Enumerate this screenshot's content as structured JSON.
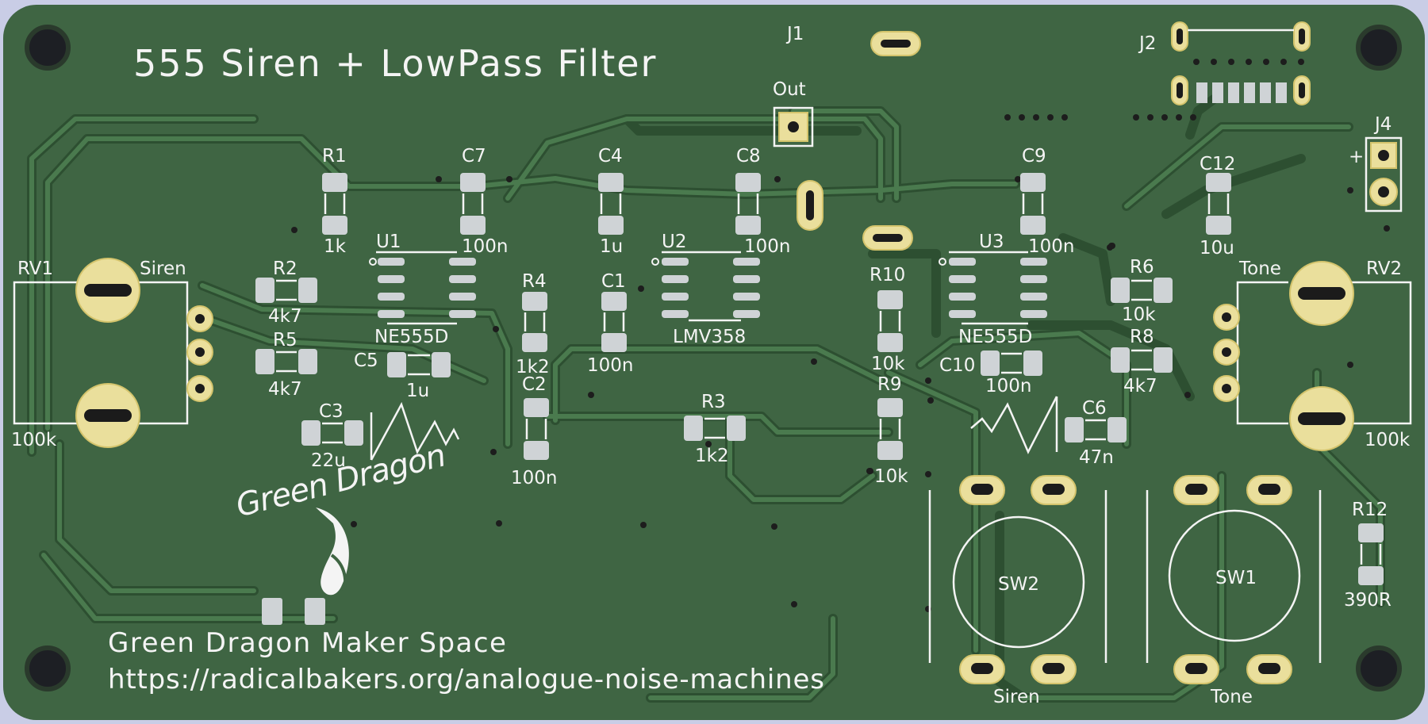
{
  "board": {
    "title": "555 Siren + LowPass Filter",
    "maker": "Green Dragon Maker Space",
    "url": "https://radicalbakers.org/analogue-noise-machines",
    "logo_text": "Green Dragon",
    "colors": {
      "substrate": "#3f6543",
      "silkscreen": "#f4f4f4",
      "pad": "#cfd3d6",
      "gold": "#eadf9c",
      "background": "#c9cde6"
    }
  },
  "components": {
    "J1": {
      "ref": "J1",
      "label": "Out"
    },
    "J2": {
      "ref": "J2"
    },
    "J4": {
      "ref": "J4",
      "polarity": "+"
    },
    "R1": {
      "ref": "R1",
      "value": "1k"
    },
    "R2": {
      "ref": "R2",
      "value": "4k7"
    },
    "R3": {
      "ref": "R3",
      "value": "1k2"
    },
    "R4": {
      "ref": "R4",
      "value": "1k2"
    },
    "R5": {
      "ref": "R5",
      "value": "4k7"
    },
    "R6": {
      "ref": "R6",
      "value": "10k"
    },
    "R8": {
      "ref": "R8",
      "value": "4k7"
    },
    "R9": {
      "ref": "R9",
      "value": "10k"
    },
    "R10": {
      "ref": "R10",
      "value": "10k"
    },
    "R12": {
      "ref": "R12",
      "value": "390R"
    },
    "C1": {
      "ref": "C1",
      "value": "100n"
    },
    "C2": {
      "ref": "C2",
      "value": "100n"
    },
    "C3": {
      "ref": "C3",
      "value": "22u"
    },
    "C4": {
      "ref": "C4",
      "value": "1u"
    },
    "C5": {
      "ref": "C5",
      "value": "1u"
    },
    "C6": {
      "ref": "C6",
      "value": "47n"
    },
    "C7": {
      "ref": "C7",
      "value": "100n"
    },
    "C8": {
      "ref": "C8",
      "value": "100n"
    },
    "C9": {
      "ref": "C9",
      "value": "100n"
    },
    "C10": {
      "ref": "C10",
      "value": "100n"
    },
    "C12": {
      "ref": "C12",
      "value": "10u"
    },
    "U1": {
      "ref": "U1",
      "value": "NE555D"
    },
    "U2": {
      "ref": "U2",
      "value": "LMV358"
    },
    "U3": {
      "ref": "U3",
      "value": "NE555D"
    },
    "RV1": {
      "ref": "RV1",
      "label": "Siren",
      "value": "100k"
    },
    "RV2": {
      "ref": "RV2",
      "label": "Tone",
      "value": "100k"
    },
    "SW1": {
      "ref": "SW1",
      "label": "Tone"
    },
    "SW2": {
      "ref": "SW2",
      "label": "Siren"
    }
  }
}
